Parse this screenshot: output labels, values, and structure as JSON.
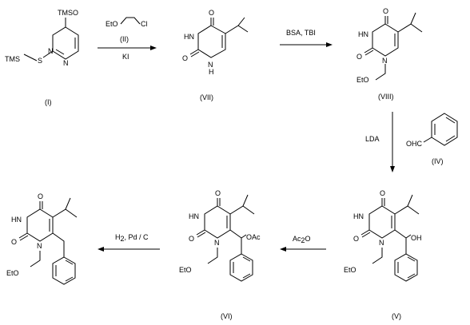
{
  "compounds": {
    "I": {
      "label": "(I)",
      "atoms": {
        "tmso": "TMSO",
        "tms": "TMS",
        "s": "S",
        "n1": "N",
        "n2": "N"
      }
    },
    "II": {
      "label": "(II)",
      "atoms": {
        "eto": "EtO",
        "cl": "Cl"
      }
    },
    "VII": {
      "label": "(VII)",
      "atoms": {
        "o4": "O",
        "hn3": "HN",
        "o2": "O",
        "n1h": "N",
        "h": "H"
      }
    },
    "VIII": {
      "label": "(VIII)",
      "atoms": {
        "o4": "O",
        "hn3": "HN",
        "o2": "O",
        "n1": "N",
        "eto": "EtO"
      }
    },
    "IV": {
      "label": "(IV)",
      "atoms": {
        "ohc": "OHC"
      }
    },
    "V": {
      "label": "(V)",
      "atoms": {
        "o4": "O",
        "hn3": "HN",
        "o2": "O",
        "n1": "N",
        "oh": "OH",
        "eto": "EtO"
      }
    },
    "VI": {
      "label": "(VI)",
      "atoms": {
        "o4": "O",
        "hn3": "HN",
        "o2": "O",
        "n1": "N",
        "oac": "OAc",
        "eto": "EtO"
      }
    },
    "III": {
      "atoms": {
        "o4": "O",
        "hn3": "HN",
        "o2": "O",
        "n1": "N",
        "eto": "EtO"
      }
    }
  },
  "reagents": {
    "step1_bottom": "KI",
    "step2": "BSA, TBI",
    "step3": "LDA",
    "step4_main": "Ac",
    "step4_sub": "2",
    "step4_tail": "O",
    "step5_a": "H",
    "step5_sub": "2",
    "step5_b": ", Pd / C"
  }
}
